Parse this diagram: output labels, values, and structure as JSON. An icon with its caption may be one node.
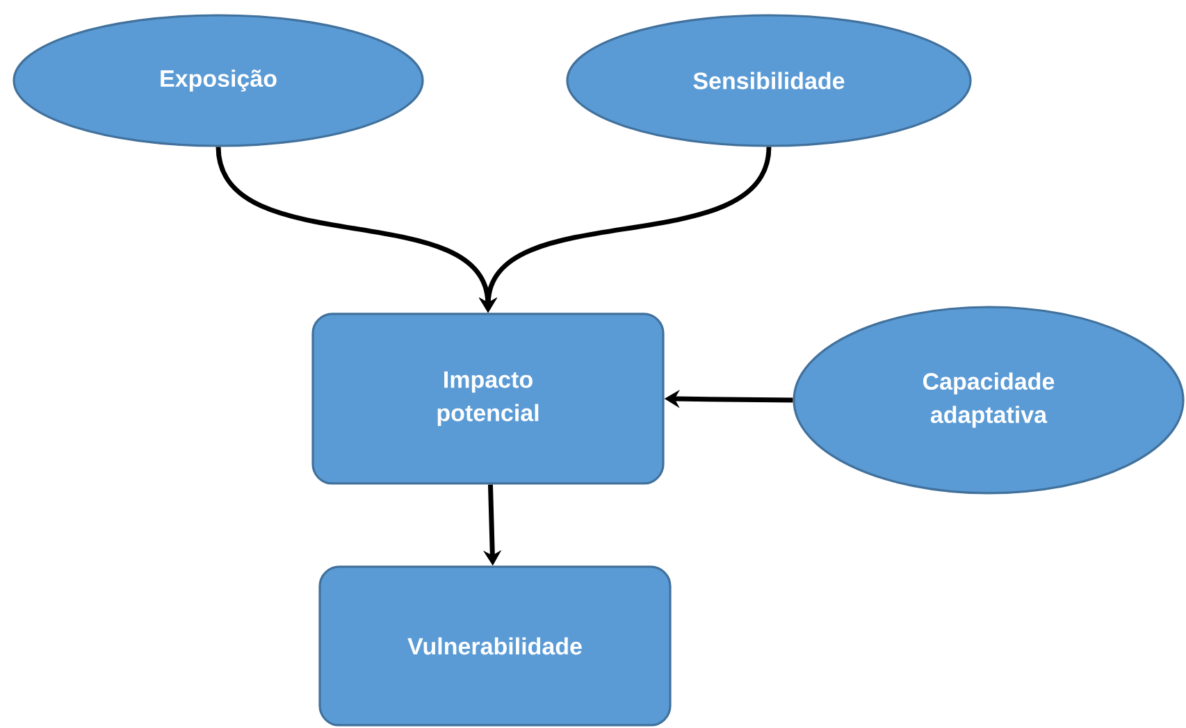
{
  "diagram": {
    "nodes": [
      {
        "text": [
          "Exposição"
        ]
      },
      {
        "text": [
          "Sensibilidade"
        ]
      },
      {
        "text": [
          "Impacto potencial"
        ]
      },
      {
        "text": [
          "Capacidade adaptativa"
        ]
      },
      {
        "text": [
          "Vulnerabilidade"
        ]
      }
    ],
    "edges": [
      {
        "from": 0,
        "to": 2,
        "arrow": "to"
      },
      {
        "from": 1,
        "to": 2,
        "arrow": "to"
      },
      {
        "from": 3,
        "to": 2,
        "arrow": "to"
      },
      {
        "from": 2,
        "to": 4,
        "arrow": "to"
      }
    ]
  }
}
